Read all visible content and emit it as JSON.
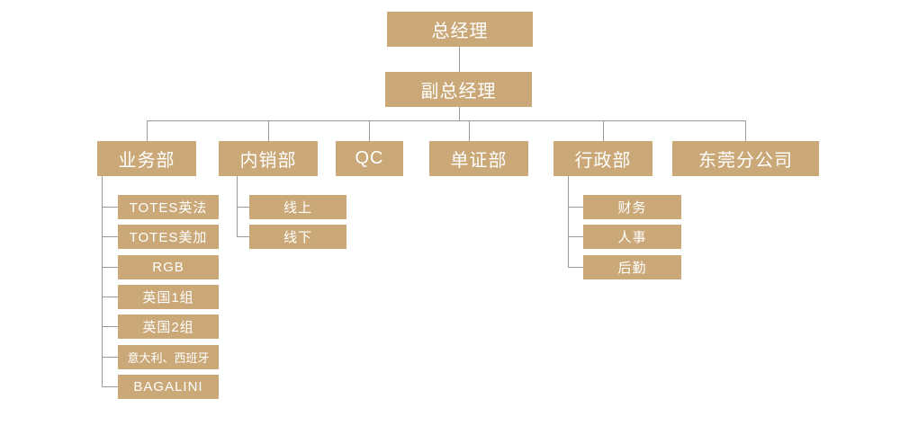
{
  "colors": {
    "box_fill": "#CAA878",
    "box_text": "#ffffff",
    "connector": "#999999",
    "background": "#ffffff"
  },
  "org_chart": {
    "type": "org-tree",
    "root": {
      "label": "总经理"
    },
    "deputy": {
      "label": "副总经理"
    },
    "departments": [
      {
        "label": "业务部",
        "children": [
          "TOTES英法",
          "TOTES美加",
          "RGB",
          "英国1组",
          "英国2组",
          "意大利、西班牙",
          "BAGALINI"
        ]
      },
      {
        "label": "内销部",
        "children": [
          "线上",
          "线下"
        ]
      },
      {
        "label": "QC",
        "children": []
      },
      {
        "label": "单证部",
        "children": []
      },
      {
        "label": "行政部",
        "children": [
          "财务",
          "人事",
          "后勤"
        ]
      },
      {
        "label": "东莞分公司",
        "children": []
      }
    ]
  }
}
